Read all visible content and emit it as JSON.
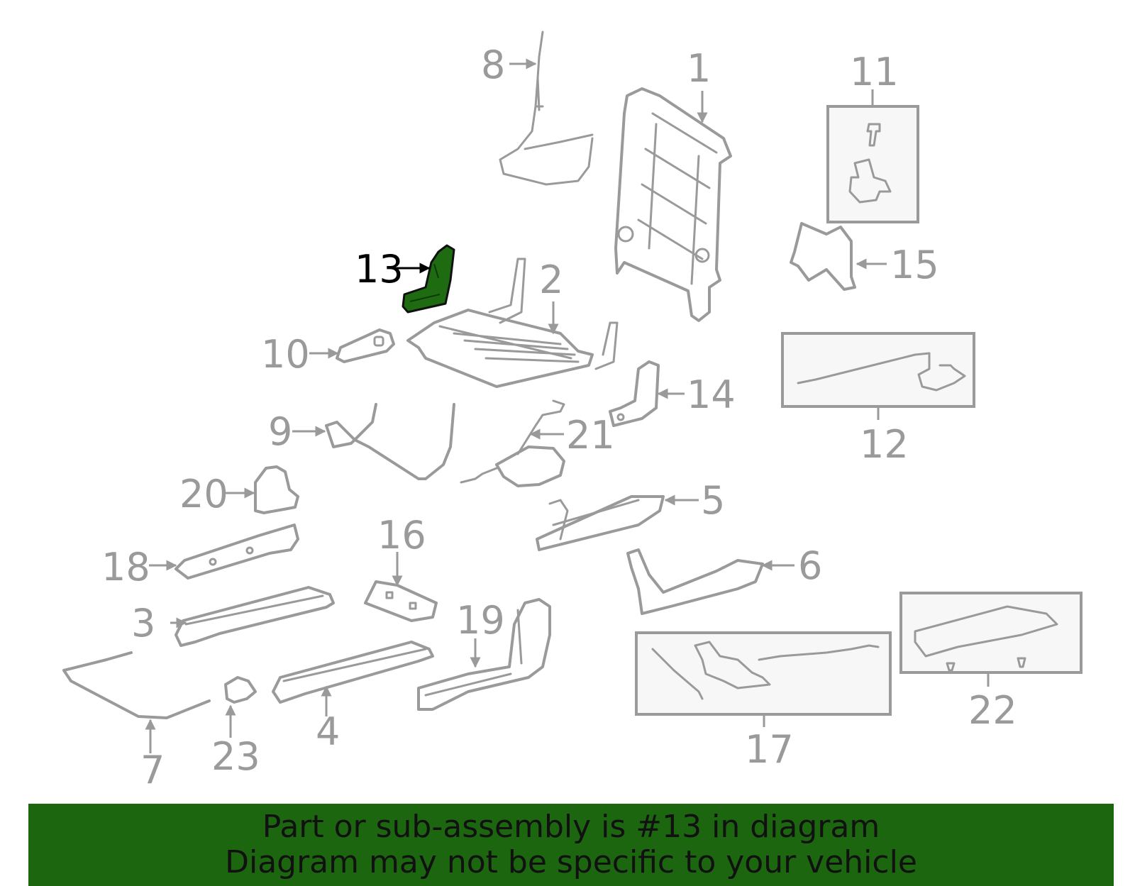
{
  "diagram": {
    "highlighted_part": "13",
    "callouts": [
      "1",
      "2",
      "3",
      "4",
      "5",
      "6",
      "7",
      "8",
      "9",
      "10",
      "11",
      "12",
      "13",
      "14",
      "15",
      "16",
      "17",
      "18",
      "19",
      "20",
      "21",
      "22",
      "23"
    ]
  },
  "footer": {
    "line1": "Part or sub-assembly is #13 in diagram",
    "line2": "Diagram may not be specific to your vehicle"
  },
  "colors": {
    "highlight": "#1f6b12",
    "footer_bg": "#1c6610",
    "part_stroke": "#9a9a9a"
  }
}
